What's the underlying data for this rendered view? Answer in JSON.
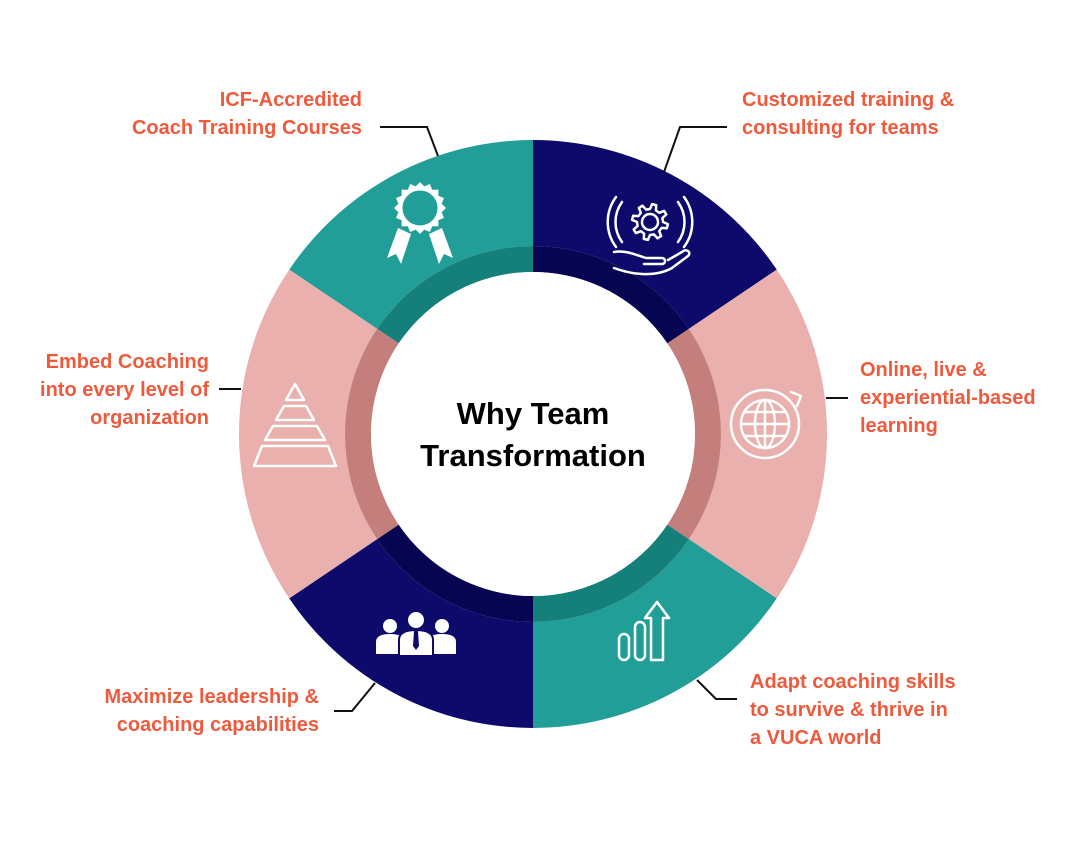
{
  "title": [
    "Why Team",
    "Transformation"
  ],
  "colors": {
    "teal": "#229e98",
    "navy": "#0d0a6b",
    "pink": "#e9b0ae",
    "label": "#ef5a3c"
  },
  "segments": [
    {
      "id": "icf",
      "lines": [
        "ICF-Accredited",
        "Coach Training Courses"
      ],
      "icon": "award-ribbon-icon",
      "color": "teal"
    },
    {
      "id": "custom",
      "lines": [
        "Customized training &",
        "consulting for teams"
      ],
      "icon": "gear-hand-icon",
      "color": "navy"
    },
    {
      "id": "online",
      "lines": [
        "Online, live &",
        "experiential-based",
        "learning"
      ],
      "icon": "globe-icon",
      "color": "pink"
    },
    {
      "id": "vuca",
      "lines": [
        "Adapt coaching skills",
        "to survive & thrive in",
        "a VUCA world"
      ],
      "icon": "growth-bars-arrow-icon",
      "color": "teal"
    },
    {
      "id": "leader",
      "lines": [
        "Maximize leadership &",
        "coaching capabilities"
      ],
      "icon": "team-people-icon",
      "color": "navy"
    },
    {
      "id": "embed",
      "lines": [
        "Embed Coaching",
        "into every level of",
        "organization"
      ],
      "icon": "pyramid-icon",
      "color": "pink"
    }
  ]
}
